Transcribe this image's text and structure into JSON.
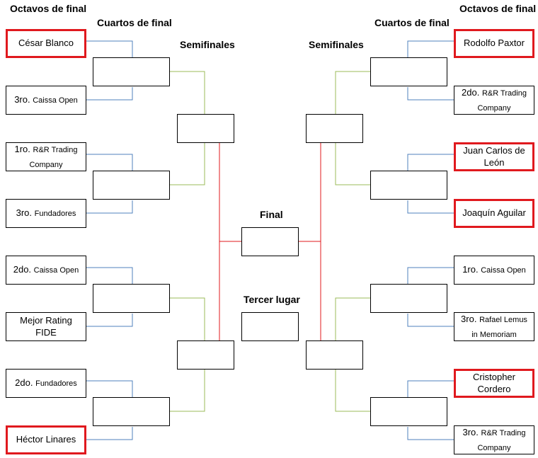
{
  "headers": {
    "left_round16": "Octavos de final",
    "left_quarters": "Cuartos de final",
    "left_semis": "Semifinales",
    "right_semis": "Semifinales",
    "right_quarters": "Cuartos de final",
    "right_round16": "Octavos de final",
    "final": "Final",
    "third_place": "Tercer lugar"
  },
  "left_entries": [
    {
      "prefix": "",
      "name": "César Blanco",
      "highlight": true
    },
    {
      "prefix": "3ro.",
      "name": "Caissa Open",
      "highlight": false
    },
    {
      "prefix": "1ro.",
      "name": "R&R Trading\nCompany",
      "highlight": false
    },
    {
      "prefix": "3ro.",
      "name": "Fundadores",
      "highlight": false
    },
    {
      "prefix": "2do.",
      "name": "Caissa Open",
      "highlight": false
    },
    {
      "prefix": "",
      "name": "Mejor Rating\nFIDE",
      "highlight": false
    },
    {
      "prefix": "2do.",
      "name": "Fundadores",
      "highlight": false
    },
    {
      "prefix": "",
      "name": "Héctor Linares",
      "highlight": true
    }
  ],
  "right_entries": [
    {
      "prefix": "",
      "name": "Rodolfo Paxtor",
      "highlight": true
    },
    {
      "prefix": "2do.",
      "name": "R&R Trading\nCompany",
      "highlight": false
    },
    {
      "prefix": "",
      "name": "Juan Carlos de\nLeón",
      "highlight": true
    },
    {
      "prefix": "",
      "name": "Joaquín Aguilar",
      "highlight": true
    },
    {
      "prefix": "1ro.",
      "name": "Caissa Open",
      "highlight": false
    },
    {
      "prefix": "3ro.",
      "name": "Rafael Lemus\nin Memoriam",
      "highlight": false
    },
    {
      "prefix": "",
      "name": "Cristopher\nCordero",
      "highlight": true
    },
    {
      "prefix": "3ro.",
      "name": "R&R Trading\nCompany",
      "highlight": false
    }
  ],
  "colors": {
    "round16_connector": "#4f81bd",
    "quarter_connector": "#9bbb59",
    "semi_connector": "#e0191e",
    "highlight_border": "#e0191e"
  }
}
